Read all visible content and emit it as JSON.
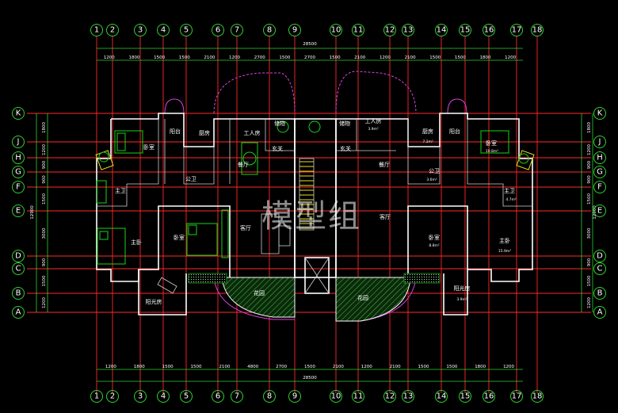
{
  "watermark": "模型组",
  "columns": [
    "1",
    "2",
    "3",
    "4",
    "5",
    "6",
    "7",
    "8",
    "9",
    "10",
    "11",
    "12",
    "13",
    "14",
    "15",
    "16",
    "17",
    "18"
  ],
  "rows": [
    "K",
    "J",
    "H",
    "G",
    "F",
    "E",
    "D",
    "C",
    "B",
    "A"
  ],
  "dims_top": [
    "1200",
    "1800",
    "1500",
    "1500",
    "2100",
    "1200",
    "2700",
    "1500",
    "2700",
    "1500",
    "2100",
    "1200",
    "2100",
    "1500",
    "1500",
    "1800",
    "1200"
  ],
  "dims_bottom": [
    "1200",
    "1800",
    "1500",
    "1500",
    "2100",
    "4800",
    "2700",
    "1500",
    "2100",
    "1200",
    "2100",
    "1500",
    "1500",
    "1800",
    "1200"
  ],
  "total_top": "28500",
  "total_bottom": "28500",
  "dims_left": [
    "1800",
    "1200",
    "900",
    "900",
    "1500",
    "3000",
    "900",
    "1500",
    "1200"
  ],
  "dims_right": [
    "1800",
    "1200",
    "900",
    "900",
    "1500",
    "3000",
    "900",
    "1500",
    "1200"
  ],
  "total_side": "12900",
  "rooms": {
    "bedroom_tl": "卧室",
    "balcony_l": "阳台",
    "kitchen_l": "厨房",
    "maid_l": "工人房",
    "storage_l": "储物",
    "dining_l": "餐厅",
    "foyer_l": "玄关",
    "public_bath_l": "公卫",
    "master_bath_l": "主卫",
    "master_bed_l": "主卧",
    "bedroom_l2": "卧室",
    "living_l": "客厅",
    "sunroom_l": "阳光房",
    "garden_l": "花园",
    "storage_r": "储物",
    "maid_r": "工人房",
    "kitchen_r": "厨房",
    "balcony_r": "阳台",
    "bedroom_tr": "卧室",
    "foyer_r": "玄关",
    "dining_r": "餐厅",
    "public_bath_r": "公卫",
    "master_bath_r": "主卫",
    "living_r": "客厅",
    "bedroom_r2": "卧室",
    "master_bed_r": "主卧",
    "sunroom_r": "阳光房",
    "garden_r": "花园"
  },
  "areas": {
    "maid_r": "3.9m²",
    "kitchen_r": "7.2m²",
    "bedroom_tr": "10.8m²",
    "public_bath_r": "3.6m²",
    "master_bath_r": "4.7m²",
    "bedroom_r2": "8.8m²",
    "master_bed_r": "15.9m²",
    "sunroom_r": "3.9m²"
  }
}
